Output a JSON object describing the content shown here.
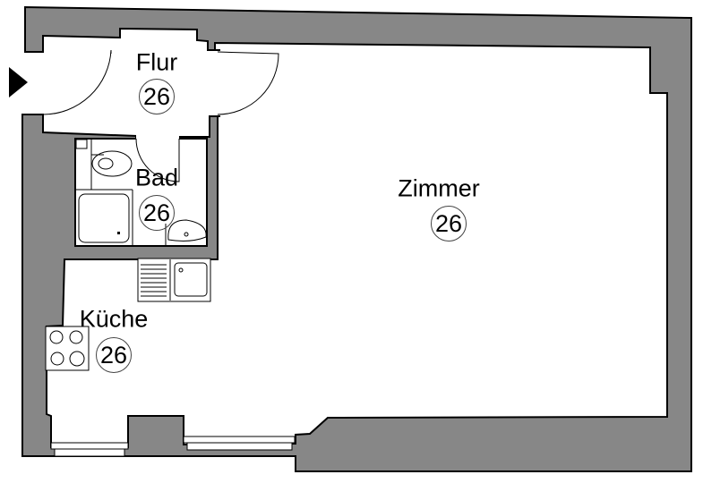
{
  "rooms": [
    {
      "name": "Flur",
      "number": "26"
    },
    {
      "name": "Bad",
      "number": "26"
    },
    {
      "name": "Zimmer",
      "number": "26"
    },
    {
      "name": "Küche",
      "number": "26"
    }
  ],
  "colors": {
    "wall": "#878787",
    "outline": "#000000",
    "floor": "#ffffff"
  },
  "icons": {
    "entrance": "entrance-arrow-icon"
  }
}
